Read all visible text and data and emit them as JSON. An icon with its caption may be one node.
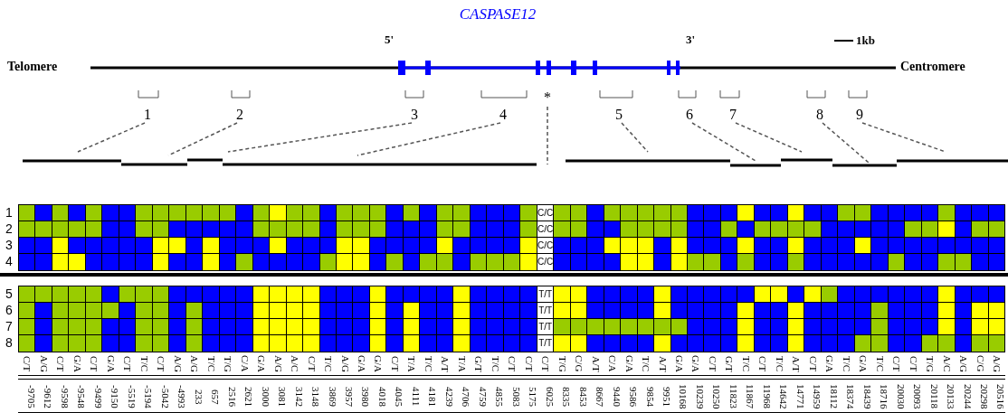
{
  "diagram": {
    "title": "CASPASE12",
    "nodes": [
      {
        "text": [
          "1"
        ]
      },
      {
        "text": [
          "2"
        ]
      },
      {
        "text": [
          "3"
        ]
      },
      {
        "text": [
          "4"
        ]
      },
      {
        "text": [
          "5"
        ]
      },
      {
        "text": [
          "6"
        ]
      },
      {
        "text": [
          "7"
        ]
      },
      {
        "text": [
          "8"
        ]
      },
      {
        "text": [
          "9"
        ]
      },
      {
        "text": [
          "*"
        ]
      }
    ],
    "edges": [
      {
        "from": 0,
        "to": null,
        "arrow": "none",
        "style": "dashed"
      },
      {
        "from": 1,
        "to": null,
        "arrow": "none",
        "style": "dashed"
      },
      {
        "from": 2,
        "to": null,
        "arrow": "none",
        "style": "dashed"
      },
      {
        "from": 3,
        "to": null,
        "arrow": "none",
        "style": "dashed"
      },
      {
        "from": 4,
        "to": null,
        "arrow": "none",
        "style": "dashed"
      },
      {
        "from": 5,
        "to": null,
        "arrow": "none",
        "style": "dashed"
      },
      {
        "from": 6,
        "to": null,
        "arrow": "none",
        "style": "dashed"
      },
      {
        "from": 7,
        "to": null,
        "arrow": "none",
        "style": "dashed"
      },
      {
        "from": 8,
        "to": null,
        "arrow": "none",
        "style": "dashed"
      },
      {
        "from": 9,
        "to": null,
        "arrow": "none",
        "style": "dashed"
      }
    ],
    "labels": [
      "5'",
      "3'",
      "1kb",
      "Telomere",
      "Centromere",
      "1",
      "C/C",
      "2",
      "C/C",
      "3",
      "C/C",
      "4",
      "C/C",
      "5",
      "T/T",
      "6",
      "T/T",
      "7",
      "T/T",
      "8",
      "T/T",
      "C/T",
      "A/G",
      "C/T",
      "G/A",
      "C/T",
      "G/A",
      "C/T",
      "T/C",
      "C/T",
      "A/G",
      "A/G",
      "T/C",
      "T/G",
      "C/A",
      "G/A",
      "A/G",
      "A/C",
      "C/T",
      "T/C",
      "A/G",
      "G/A",
      "G/A",
      "C/T",
      "T/A",
      "T/C",
      "A/T",
      "T/A",
      "G/T",
      "T/C",
      "C/T",
      "C/T",
      "C/T",
      "T/G",
      "C/G",
      "A/T",
      "C/A",
      "G/A",
      "T/C",
      "A/T",
      "G/A",
      "G/A",
      "C/T",
      "G/T",
      "T/C",
      "C/T",
      "T/C",
      "A/T",
      "C/T",
      "G/A",
      "T/C",
      "G/A",
      "T/C",
      "C/T",
      "C/T",
      "T/G",
      "A/C",
      "A/G",
      "C/G",
      "A/G",
      "-9705",
      "-9612",
      "-9598",
      "-9548",
      "-9499",
      "-9150",
      "-5519",
      "-5194",
      "-5042",
      "-4993",
      "233",
      "657",
      "2516",
      "2621",
      "3000",
      "3081",
      "3142",
      "3148",
      "3869",
      "3957",
      "3980",
      "4018",
      "4045",
      "4111",
      "4181",
      "4239",
      "4706",
      "4759",
      "4855",
      "5083",
      "5175",
      "6025",
      "8335",
      "8453",
      "8667",
      "9440",
      "9586",
      "9854",
      "9951",
      "10168",
      "10239",
      "10250",
      "11823",
      "11867",
      "11968",
      "14642",
      "14771",
      "14959",
      "18112",
      "18374",
      "18439",
      "18716",
      "20030",
      "20093",
      "20118",
      "20133",
      "20244",
      "20298",
      "20516"
    ]
  }
}
